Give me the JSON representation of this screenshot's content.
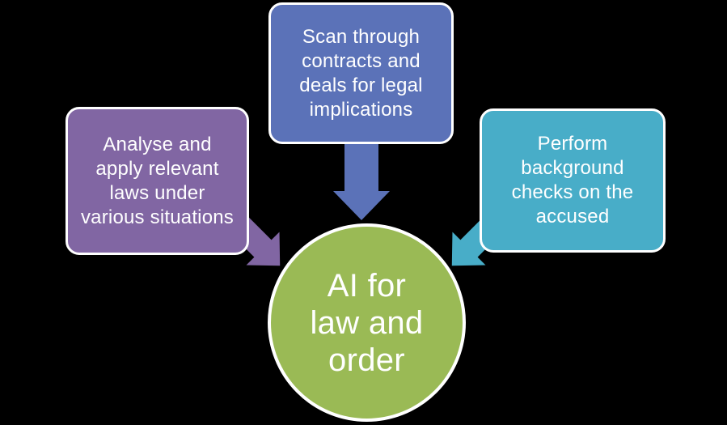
{
  "background_color": "#000000",
  "diagram": {
    "type": "converging-radial",
    "center": {
      "id": "ai-law-order",
      "label": "AI for\nlaw and\norder",
      "fill": "#9ABA55",
      "border_color": "#FFFFFF",
      "text_color": "#FFFFFF"
    },
    "nodes": [
      {
        "id": "analyse-laws",
        "label": "Analyse and\napply relevant\nlaws under\nvarious situations",
        "fill": "#8166A3",
        "border_color": "#FFFFFF",
        "text_color": "#FFFFFF"
      },
      {
        "id": "scan-contracts",
        "label": "Scan through\ncontracts and\ndeals for legal\nimplications",
        "fill": "#5B72B8",
        "border_color": "#FFFFFF",
        "text_color": "#FFFFFF"
      },
      {
        "id": "background-checks",
        "label": "Perform\nbackground\nchecks on the\naccused",
        "fill": "#48ADC8",
        "border_color": "#FFFFFF",
        "text_color": "#FFFFFF"
      }
    ],
    "arrows": [
      {
        "from": "analyse-laws",
        "to": "ai-law-order",
        "direction": "down-right",
        "color": "#8166A3"
      },
      {
        "from": "scan-contracts",
        "to": "ai-law-order",
        "direction": "down",
        "color": "#5B72B8"
      },
      {
        "from": "background-checks",
        "to": "ai-law-order",
        "direction": "down-left",
        "color": "#48ADC8"
      }
    ]
  }
}
